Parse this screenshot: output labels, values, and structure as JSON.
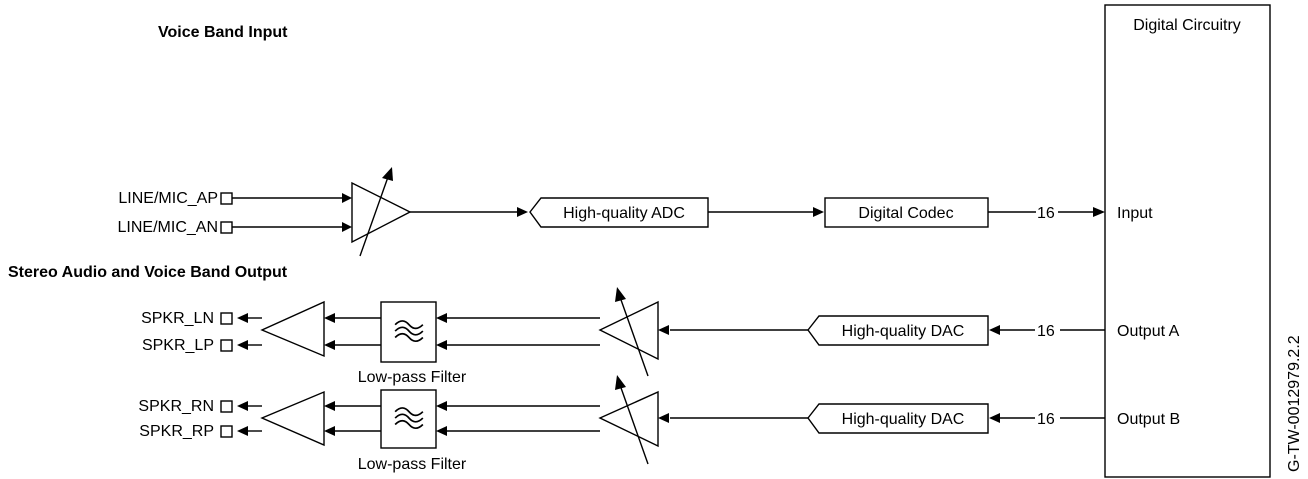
{
  "headings": {
    "voice_band_input": "Voice Band Input",
    "stereo_output": "Stereo Audio and Voice Band Output"
  },
  "digital_circuitry": {
    "title": "Digital Circuitry",
    "input_label": "Input",
    "output_a_label": "Output A",
    "output_b_label": "Output B"
  },
  "pins": {
    "line_mic_ap": "LINE/MIC_AP",
    "line_mic_an": "LINE/MIC_AN",
    "spkr_ln": "SPKR_LN",
    "spkr_lp": "SPKR_LP",
    "spkr_rn": "SPKR_RN",
    "spkr_rp": "SPKR_RP"
  },
  "blocks": {
    "adc": "High-quality ADC",
    "codec": "Digital Codec",
    "dac_a": "High-quality DAC",
    "dac_b": "High-quality DAC",
    "filter_a": "Low-pass Filter",
    "filter_b": "Low-pass Filter"
  },
  "bus": {
    "input_width": "16",
    "output_a_width": "16",
    "output_b_width": "16"
  },
  "figure_id": "G-TW-0012979.2.2"
}
